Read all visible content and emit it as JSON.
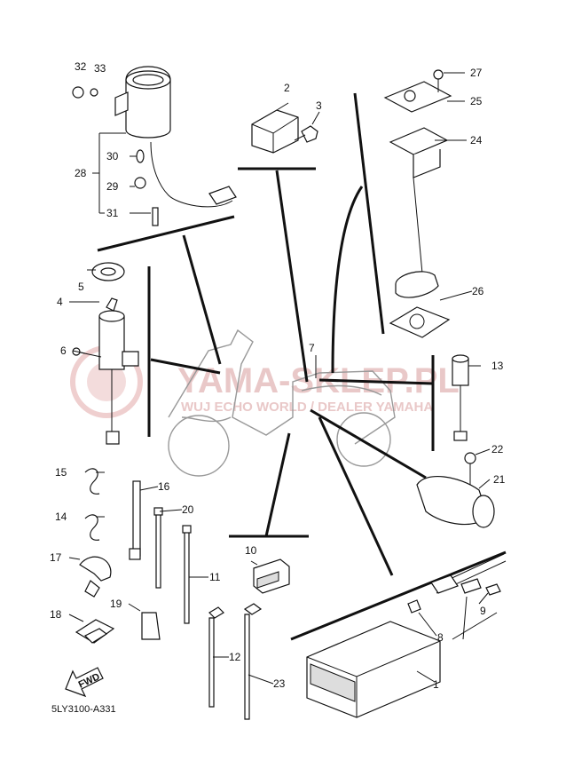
{
  "diagram": {
    "catalog_code": "5LY3100-A331",
    "fwd_label": "FWD",
    "watermark": {
      "brand": "YAMA-SKLEP.PL",
      "tagline": "WUJ ECHO WORLD / DEALER YAMAHA"
    },
    "part_numbers": [
      "1",
      "2",
      "3",
      "4",
      "5",
      "6",
      "7",
      "8",
      "9",
      "10",
      "11",
      "12",
      "13",
      "14",
      "15",
      "16",
      "17",
      "18",
      "19",
      "20",
      "21",
      "22",
      "23",
      "24",
      "25",
      "26",
      "27",
      "28",
      "29",
      "30",
      "31",
      "32",
      "33"
    ]
  }
}
